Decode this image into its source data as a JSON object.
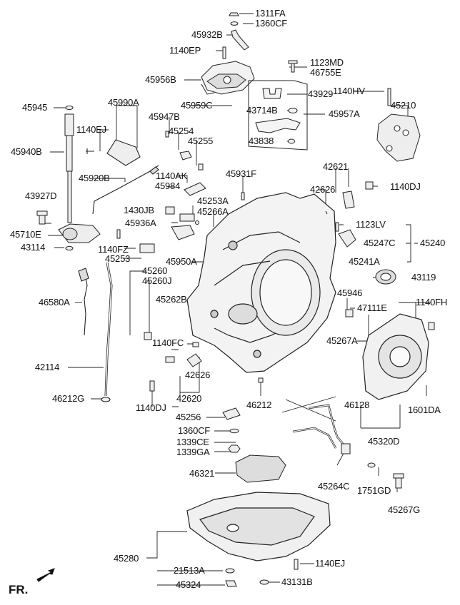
{
  "orientation_marker": "FR.",
  "part_numbers": {
    "p1311FA": "1311FA",
    "p1360CF_top": "1360CF",
    "p45932B": "45932B",
    "p1140EP": "1140EP",
    "p1123MD": "1123MD",
    "p46755E": "46755E",
    "p45956B": "45956B",
    "p43929": "43929",
    "p1140HV": "1140HV",
    "p45945": "45945",
    "p45990A": "45990A",
    "p45959C": "45959C",
    "p43714B": "43714B",
    "p45957A": "45957A",
    "p45210": "45210",
    "p45947B": "45947B",
    "p1140EJ_top": "1140EJ",
    "p45254": "45254",
    "p43838": "43838",
    "p45940B": "45940B",
    "p45255": "45255",
    "p42621": "42621",
    "p45920B": "45920B",
    "p1140AK": "1140AK",
    "p45931F": "45931F",
    "p45984": "45984",
    "p42626_top": "42626",
    "p1140DJ_right": "1140DJ",
    "p43927D": "43927D",
    "p45253A": "45253A",
    "p1430JB": "1430JB",
    "p45266A": "45266A",
    "p45936A": "45936A",
    "p1123LV": "1123LV",
    "p45710E": "45710E",
    "p45247C": "45247C",
    "p45240": "45240",
    "p43114": "43114",
    "p1140FZ": "1140FZ",
    "p45253": "45253",
    "p45950A": "45950A",
    "p45241A": "45241A",
    "p45260": "45260",
    "p43119": "43119",
    "p45260J": "45260J",
    "p46580A": "46580A",
    "p45262B": "45262B",
    "p45946": "45946",
    "p1140FH": "1140FH",
    "p47111E": "47111E",
    "p45267A": "45267A",
    "p1140FC": "1140FC",
    "p42114": "42114",
    "p42626_bot": "42626",
    "p42620": "42620",
    "p46212G": "46212G",
    "p1140DJ_left": "1140DJ",
    "p46212": "46212",
    "p46128": "46128",
    "p1601DA": "1601DA",
    "p45256": "45256",
    "p1360CF_bot": "1360CF",
    "p45320D": "45320D",
    "p1339CE": "1339CE",
    "p1339GA": "1339GA",
    "p46321": "46321",
    "p45264C": "45264C",
    "p1751GD": "1751GD",
    "p45267G": "45267G",
    "p45280": "45280",
    "p1140EJ_bot": "1140EJ",
    "p21513A": "21513A",
    "p45324": "45324",
    "p43131B": "43131B"
  }
}
